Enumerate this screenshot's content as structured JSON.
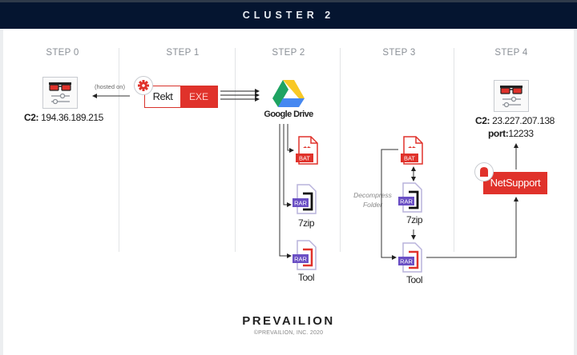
{
  "header": {
    "title": "CLUSTER 2"
  },
  "steps": [
    {
      "label": "STEP 0"
    },
    {
      "label": "STEP 1"
    },
    {
      "label": "STEP 2"
    },
    {
      "label": "STEP 3"
    },
    {
      "label": "STEP 4"
    }
  ],
  "step0": {
    "c2_prefix": "C2:",
    "c2_ip": "194.36.189.215",
    "hosted_on": "(hosted on)"
  },
  "step1": {
    "name": "Rekt",
    "type": "EXE"
  },
  "step2": {
    "service": "Google Drive",
    "files": [
      {
        "badge": "BAT",
        "label": ""
      },
      {
        "badge": "RAR",
        "label": "7zip"
      },
      {
        "badge": "RAR",
        "label": "Tool"
      }
    ]
  },
  "step3": {
    "annotation_line1": "Decompress",
    "annotation_line2": "Folder",
    "files": [
      {
        "badge": "BAT",
        "label": ""
      },
      {
        "badge": "RAR",
        "label": "7zip"
      },
      {
        "badge": "RAR",
        "label": "Tool"
      }
    ]
  },
  "step4": {
    "c2_prefix": "C2:",
    "c2_ip": "23.227.207.138",
    "port_prefix": "port:",
    "port": "12233",
    "tool": "NetSupport"
  },
  "footer": {
    "logo": "PREVAILION",
    "copyright": "©PREVAILION, INC. 2020"
  },
  "colors": {
    "header_bg": "#051530",
    "accent_red": "#e0322b",
    "rar_purple": "#6a4fc4"
  }
}
